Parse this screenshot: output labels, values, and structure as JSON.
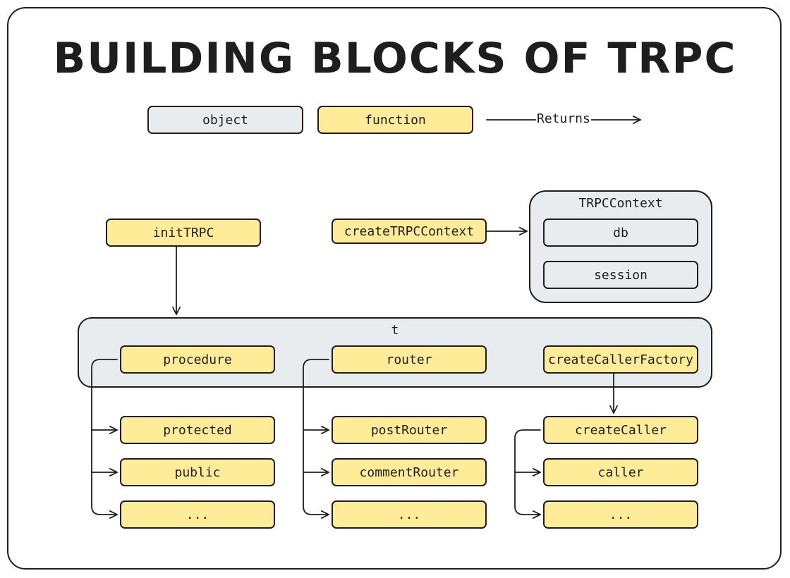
{
  "title": "BUILDING BLOCKS OF TRPC",
  "legend": {
    "object": "object",
    "function": "function",
    "returns": "Returns"
  },
  "colors": {
    "function": "#ffec99",
    "object": "#e9ecef",
    "stroke": "#1e1e1e"
  },
  "nodes": {
    "initTRPC": "initTRPC",
    "createTRPCContext": "createTRPCContext",
    "trpcContext": {
      "label": "TRPCContext",
      "db": "db",
      "session": "session"
    },
    "t": {
      "label": "t",
      "procedure": "procedure",
      "router": "router",
      "createCallerFactory": "createCallerFactory"
    },
    "procedures": [
      "protected",
      "public",
      "..."
    ],
    "routers": [
      "postRouter",
      "commentRouter",
      "..."
    ],
    "callers": [
      "createCaller",
      "caller",
      "..."
    ]
  }
}
